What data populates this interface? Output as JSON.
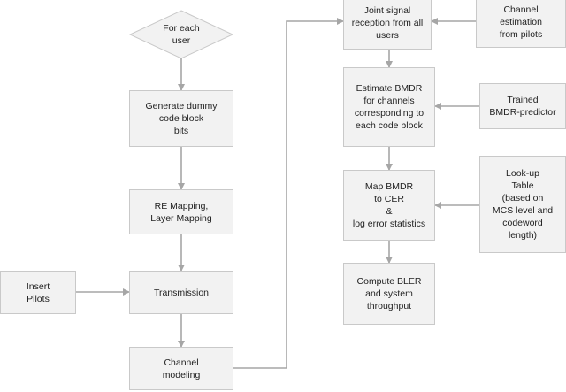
{
  "colors": {
    "box_fill": "#f2f2f2",
    "box_border": "#c9c9c9",
    "arrow": "#a6a6a6"
  },
  "nodes": {
    "for_each_user": "For each\nuser",
    "generate_bits": "Generate dummy\ncode block\nbits",
    "re_mapping": "RE Mapping,\nLayer Mapping",
    "transmission": "Transmission",
    "insert_pilots": "Insert\nPilots",
    "channel_modeling": "Channel\nmodeling",
    "joint_reception": "Joint signal\nreception from all\nusers",
    "channel_estimation": "Channel\nestimation\nfrom pilots",
    "estimate_bmdr": "Estimate BMDR\nfor channels\ncorresponding to\neach code block",
    "trained_predictor": "Trained\nBMDR-predictor",
    "map_bmdr": "Map BMDR\nto CER\n&\nlog error statistics",
    "lookup_table": "Look-up\nTable\n(based on\nMCS level and\ncodeword\nlength)",
    "compute_bler": "Compute BLER\nand system\nthroughput"
  }
}
